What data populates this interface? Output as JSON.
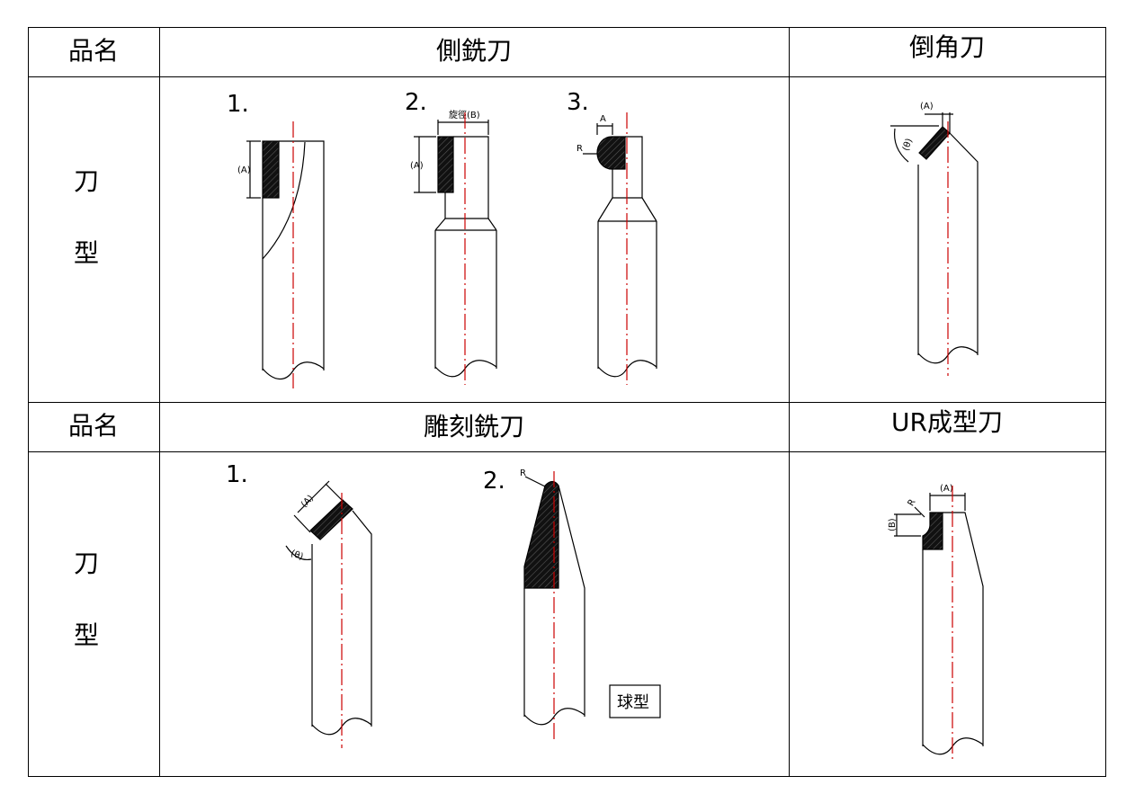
{
  "rows": [
    {
      "label": "品名",
      "side_chars": [
        "刀",
        "型"
      ],
      "col1_title": "側銑刀",
      "col2_title": "倒角刀",
      "numbers": [
        "1.",
        "2.",
        "3."
      ],
      "dims": {
        "a": "(A)",
        "b_label": "旋徑(B)",
        "a_plain": "A",
        "r": "R",
        "theta": "(θ)"
      }
    },
    {
      "label": "品名",
      "side_chars": [
        "刀",
        "型"
      ],
      "col1_title": "雕刻銑刀",
      "col2_title": "UR成型刀",
      "numbers": [
        "1.",
        "2."
      ],
      "dims": {
        "a": "(A)",
        "theta": "(θ)",
        "r": "R",
        "b": "(B)"
      },
      "ball_tag": "球型"
    }
  ],
  "colors": {
    "centerline": "#cc0000",
    "line": "#000000",
    "hatch": "#111111"
  }
}
